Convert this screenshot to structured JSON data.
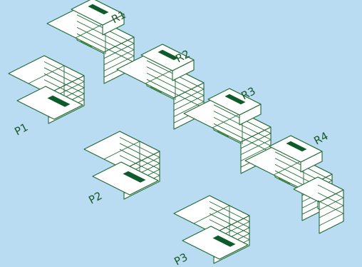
{
  "colors": {
    "background": "#b9dcf3",
    "block_fill": "#ffffff",
    "outline": "#1f6b34",
    "mark": "#0f5a2c",
    "highlight": "#7cc242"
  },
  "labels": {
    "r1": "R1",
    "r2": "R2",
    "r3": "R3",
    "r4": "R4",
    "p1": "P1",
    "p2": "P2",
    "p3": "P3"
  }
}
